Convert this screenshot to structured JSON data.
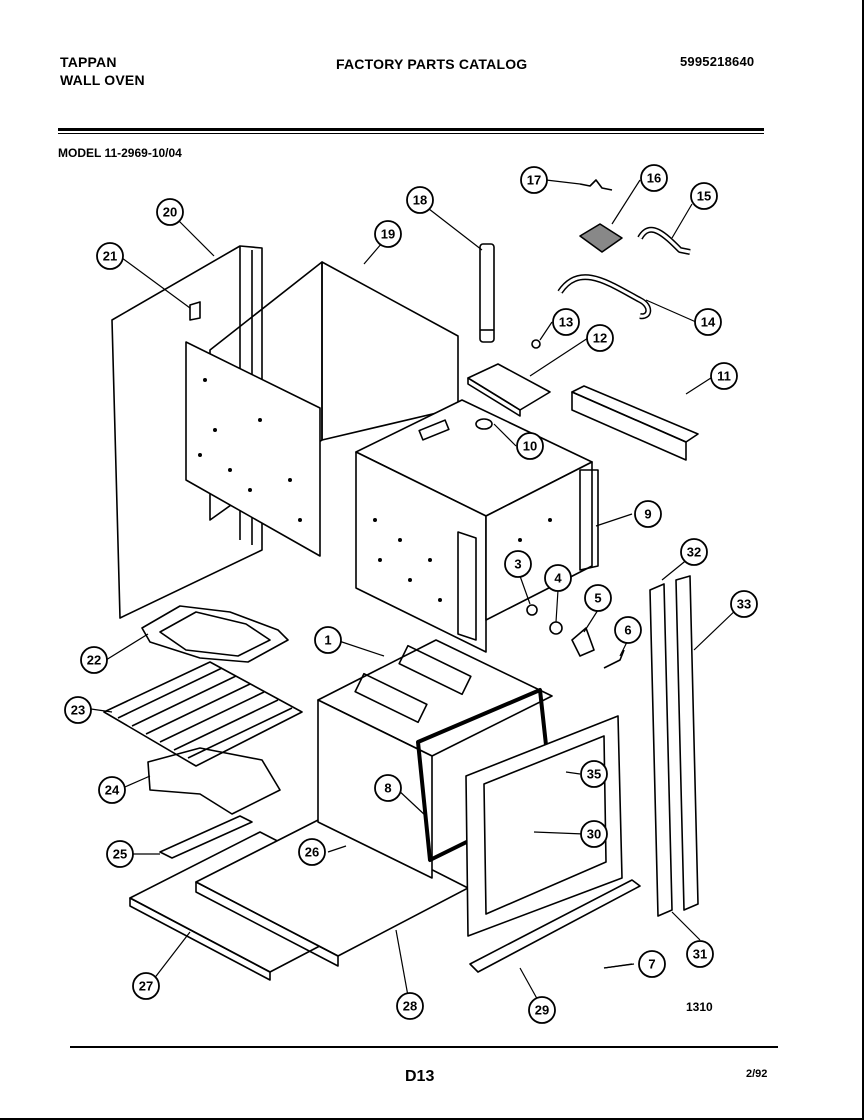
{
  "header": {
    "brand_line1": "TAPPAN",
    "brand_line2": "WALL OVEN",
    "title": "FACTORY PARTS CATALOG",
    "catalog_number": "5995218640"
  },
  "model": "MODEL 11-2969-10/04",
  "footer": {
    "page_code": "D13",
    "date": "2/92",
    "diagram_code": "1310"
  },
  "callouts": [
    "1",
    "3",
    "4",
    "5",
    "6",
    "7",
    "8",
    "9",
    "10",
    "11",
    "12",
    "13",
    "14",
    "15",
    "16",
    "17",
    "18",
    "19",
    "20",
    "21",
    "22",
    "23",
    "24",
    "25",
    "26",
    "27",
    "28",
    "29",
    "30",
    "31",
    "32",
    "33",
    "35"
  ]
}
